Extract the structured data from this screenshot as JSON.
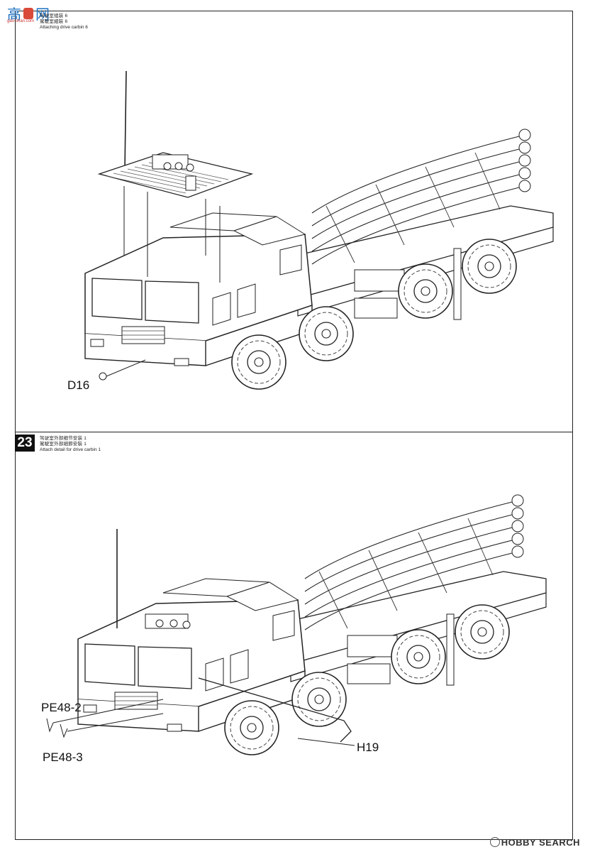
{
  "step_top": {
    "caption_cn_1": "驾驶室组装 6",
    "caption_cn_2": "駕駛室組裝 6",
    "caption_en": "Attaching drive carbin 6",
    "callouts": [
      "D16"
    ]
  },
  "step_23": {
    "number": "23",
    "caption_cn_1": "驾驶室外部细节安装 1",
    "caption_cn_2": "駕駛室外部細節安裝 1",
    "caption_en": "Attach detail for drive carbin 1",
    "callouts": [
      "PE48-2",
      "PE48-3",
      "H19"
    ]
  },
  "logo": {
    "text": "gao-shan.com"
  },
  "watermark": {
    "text": "HOBBY SEARCH"
  }
}
